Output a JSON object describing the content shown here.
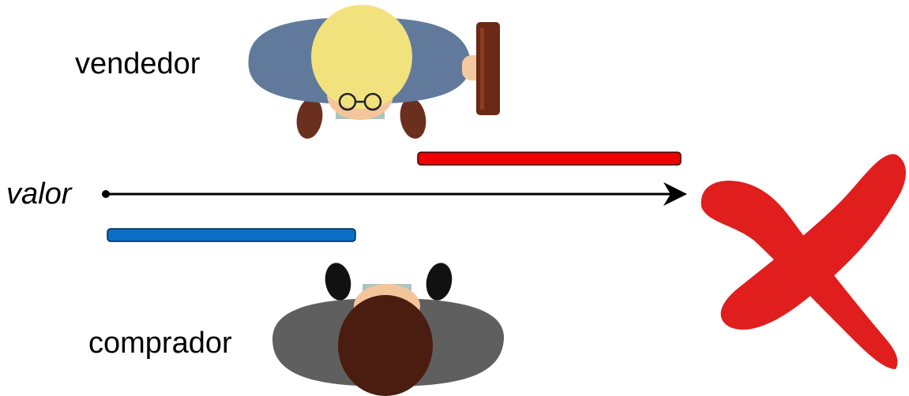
{
  "labels": {
    "seller": "vendedor",
    "buyer": "comprador",
    "axis": "valor"
  },
  "icons": {
    "seller": "seller-person-topdown-icon",
    "buyer": "buyer-person-topdown-icon",
    "briefcase": "briefcase-icon",
    "result": "red-x-cross-icon"
  },
  "colors": {
    "seller_range": "#ee0000",
    "buyer_range": "#0b6fc6",
    "axis": "#000000",
    "cross": "#e01e1e"
  }
}
